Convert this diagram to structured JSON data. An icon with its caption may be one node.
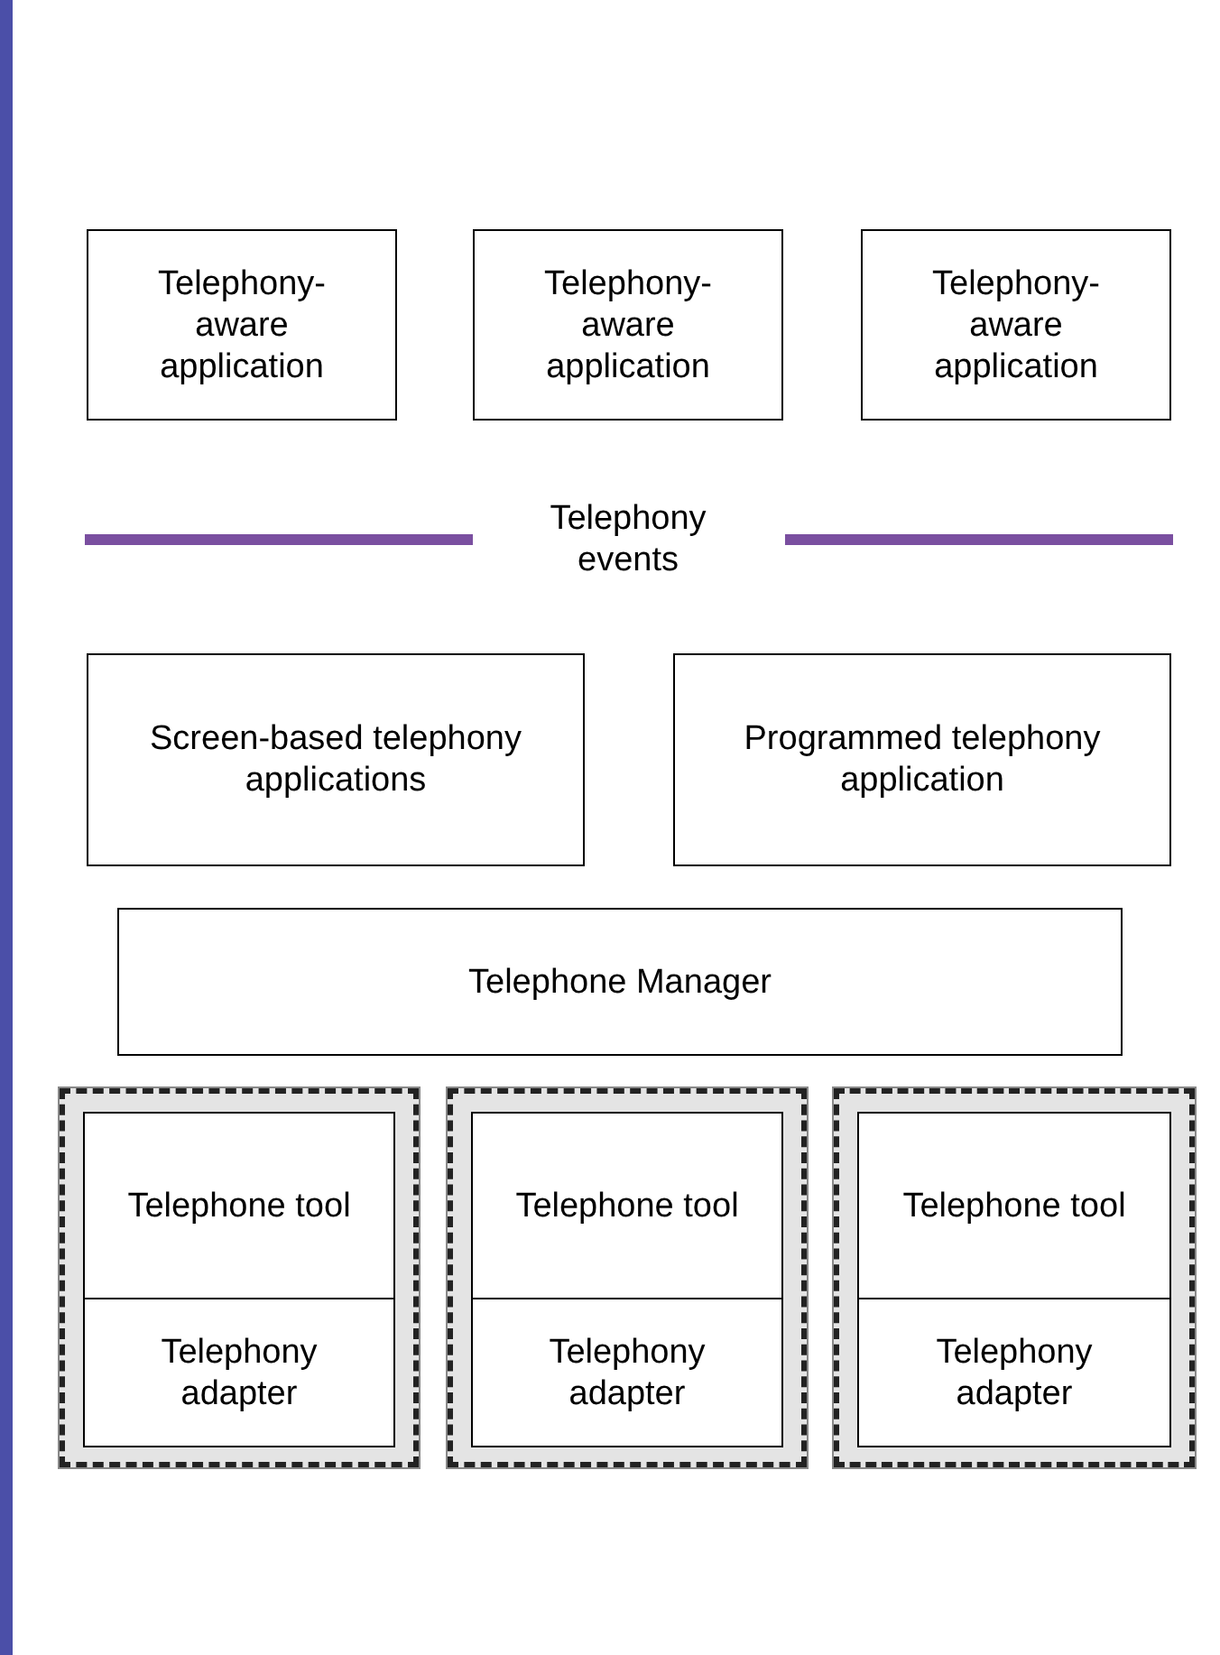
{
  "diagram": {
    "nodes": [
      {
        "text": [
          "Telephony-aware application"
        ]
      },
      {
        "text": [
          "Telephony-aware application"
        ]
      },
      {
        "text": [
          "Telephony-aware application"
        ]
      },
      {
        "text": [
          "Screen-based telephony applications"
        ]
      },
      {
        "text": [
          "Programmed telephony application"
        ]
      },
      {
        "text": [
          "Telephone Manager"
        ]
      },
      {
        "text": [],
        "shape": "box"
      },
      {
        "text": [
          "Telephone tool"
        ],
        "in": 6
      },
      {
        "text": [
          "Telephony adapter"
        ],
        "in": 6
      },
      {
        "text": [],
        "shape": "box"
      },
      {
        "text": [
          "Telephone tool"
        ],
        "in": 9
      },
      {
        "text": [
          "Telephony adapter"
        ],
        "in": 9
      },
      {
        "text": [],
        "shape": "box"
      },
      {
        "text": [
          "Telephone tool"
        ],
        "in": 12
      },
      {
        "text": [
          "Telephony adapter"
        ],
        "in": 12
      }
    ],
    "edges": [],
    "labels": [
      "Telephony events"
    ]
  }
}
